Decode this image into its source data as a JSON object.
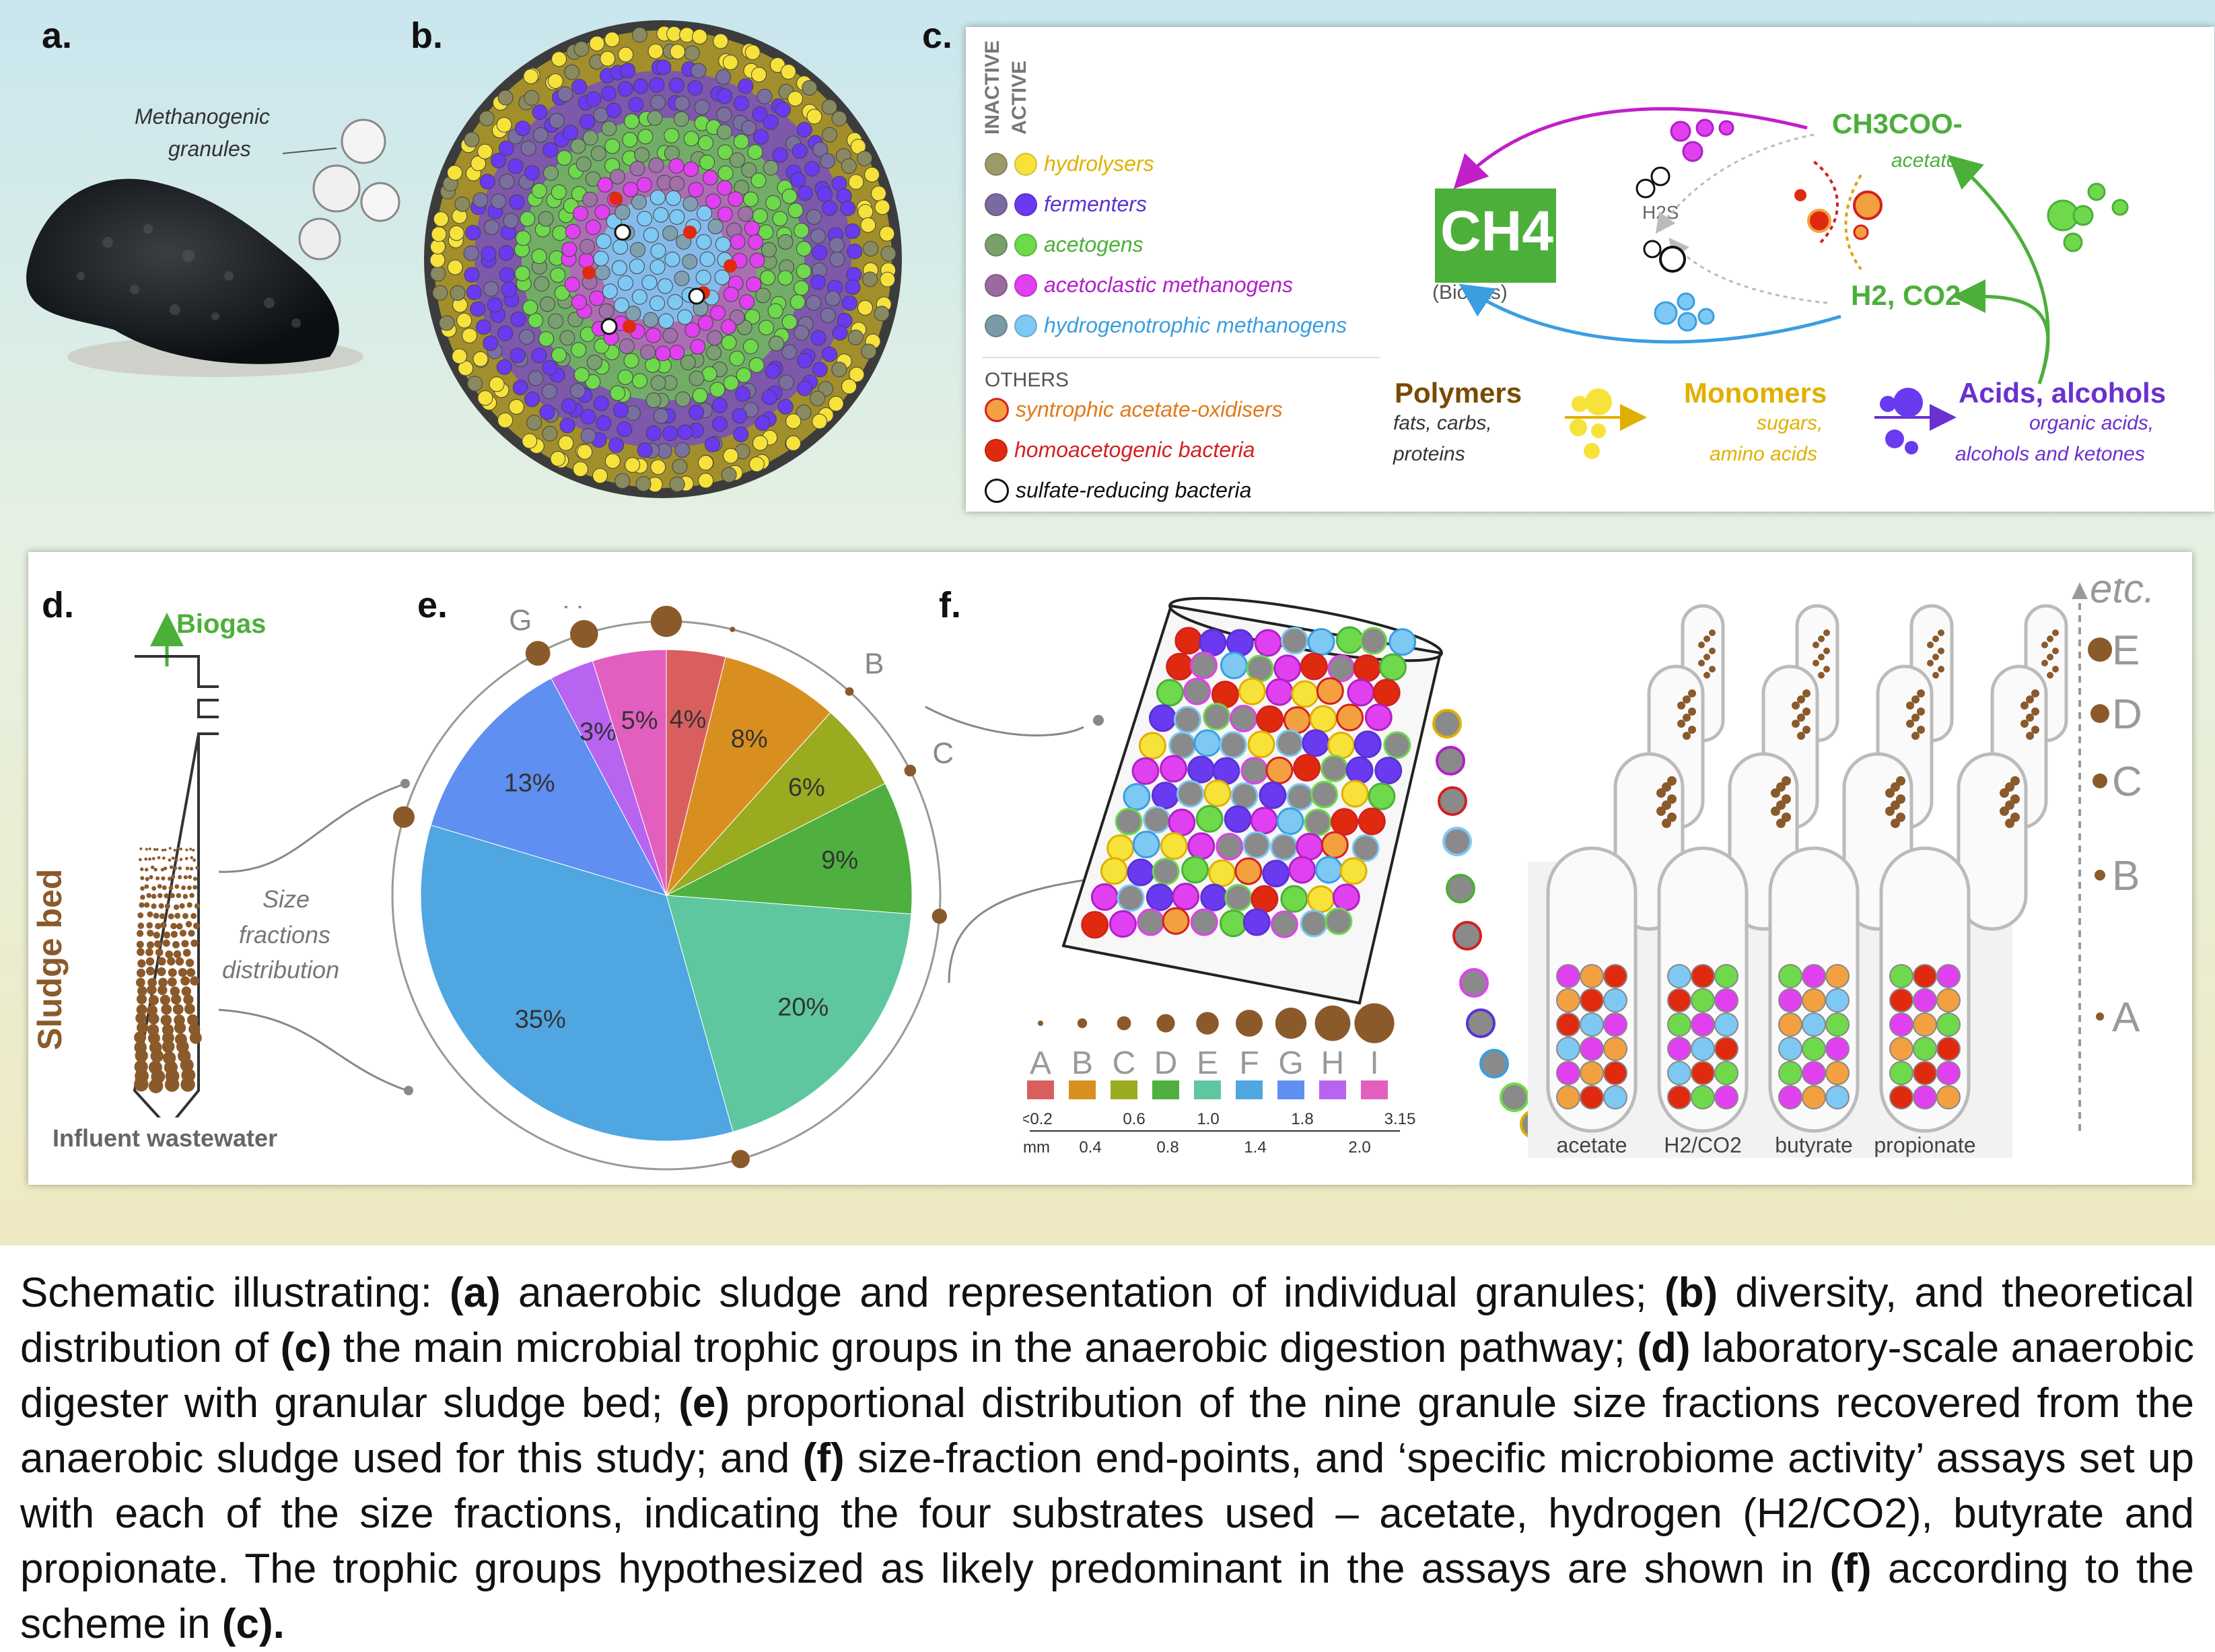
{
  "labels": {
    "a": "a.",
    "b": "b.",
    "c": "c.",
    "d": "d.",
    "e": "e.",
    "f": "f."
  },
  "panel_a": {
    "line1": "Methanogenic",
    "line2": "granules"
  },
  "panel_c": {
    "header_inactive": "INACTIVE",
    "header_active": "ACTIVE",
    "legend": [
      {
        "label": "hydrolysers",
        "color": "#f2c200",
        "dot": "#f7e23a"
      },
      {
        "label": "fermenters",
        "color": "#5a32d6",
        "dot": "#6a3af0"
      },
      {
        "label": "acetogens",
        "color": "#4caf3a",
        "dot": "#6ed94a"
      },
      {
        "label": "acetoclastic methanogens",
        "color": "#b020c8",
        "dot": "#e040f0"
      },
      {
        "label": "hydrogenotrophic methanogens",
        "color": "#3a9ee0",
        "dot": "#7ec8f4"
      }
    ],
    "others_title": "OTHERS",
    "others": [
      {
        "label": "syntrophic acetate-oxidisers",
        "color": "#e07a1a",
        "dot": "#f3a040"
      },
      {
        "label": "homoacetogenic bacteria",
        "color": "#d42020",
        "dot": "#e02a10"
      },
      {
        "label": "sulfate-reducing bacteria",
        "color": "#111111",
        "dot": "#ffffff"
      }
    ],
    "ch4": "CH4",
    "biogas": "(Biogas)",
    "h2s": "H2S",
    "acetate_formula": "CH3COO-",
    "acetate_word": "acetate",
    "h2co2": "H2, CO2",
    "polymers": "Polymers",
    "polymers_sub1": "fats, carbs,",
    "polymers_sub2": "proteins",
    "monomers": "Monomers",
    "monomers_sub1": "sugars,",
    "monomers_sub2": "amino acids",
    "acids": "Acids, alcohols",
    "acids_sub1": "organic acids,",
    "acids_sub2": "alcohols and ketones",
    "colors": {
      "green": "#4caf3a",
      "magenta": "#c020c8",
      "blue": "#3a9ee0",
      "gold": "#e0a010",
      "purple": "#6a30d0"
    }
  },
  "panel_d": {
    "biogas": "Biogas",
    "sludge_bed": "Sludge bed",
    "size_line1": "Size",
    "size_line2": "fractions",
    "size_line3": "distribution",
    "influent": "Influent wastewater"
  },
  "chart_data": {
    "type": "pie",
    "categories": [
      "A",
      "B",
      "C",
      "D",
      "E",
      "F",
      "G",
      "H",
      "I"
    ],
    "values": [
      4,
      8,
      6,
      9,
      20,
      35,
      13,
      3,
      5
    ],
    "value_labels": [
      "4%",
      "8%",
      "6%",
      "9%",
      "20%",
      "35%",
      "13%",
      "3%",
      "5%"
    ],
    "colors": [
      "#d95f5f",
      "#d98f1f",
      "#9aab1f",
      "#4faf3f",
      "#5fc79f",
      "#4fa6e0",
      "#5f8ff0",
      "#b765f0",
      "#e35fbf"
    ]
  },
  "panel_f": {
    "size_letters": [
      "A",
      "B",
      "C",
      "D",
      "E",
      "F",
      "G",
      "H",
      "I"
    ],
    "size_colors": [
      "#d95f5f",
      "#d98f1f",
      "#9aab1f",
      "#4faf3f",
      "#5fc79f",
      "#4fa6e0",
      "#5f8ff0",
      "#b765f0",
      "#e35fbf"
    ],
    "scale_top": [
      "<0.2",
      "0.6",
      "1.0",
      "1.8",
      "3.15"
    ],
    "scale_bottom": [
      "mm",
      "0.4",
      "0.8",
      "1.4",
      "2.0"
    ],
    "substrates": [
      "acetate",
      "H2/CO2",
      "butyrate",
      "propionate"
    ],
    "stack_letters": [
      "E",
      "D",
      "C",
      "B",
      "A"
    ],
    "etc": "etc."
  },
  "caption_parts": [
    {
      "t": "Schematic illustrating: ",
      "b": false
    },
    {
      "t": "(a)",
      "b": true
    },
    {
      "t": " anaerobic sludge and representation of individual granules; ",
      "b": false
    },
    {
      "t": "(b)",
      "b": true
    },
    {
      "t": " diversity, and theoretical distribution of ",
      "b": false
    },
    {
      "t": "(c)",
      "b": true
    },
    {
      "t": " the main microbial trophic groups in the anaerobic digestion pathway; ",
      "b": false
    },
    {
      "t": "(d)",
      "b": true
    },
    {
      "t": " laboratory-scale anaerobic digester with granular sludge bed; ",
      "b": false
    },
    {
      "t": "(e)",
      "b": true
    },
    {
      "t": " proportional distribution of the nine granule size fractions recovered from the anaerobic sludge used for this study; and ",
      "b": false
    },
    {
      "t": "(f)",
      "b": true
    },
    {
      "t": " size-fraction end-points, and ‘specific microbiome activity’ assays set up with each of the size fractions, indicating the four substrates used – acetate, hydrogen (H2/CO2), butyrate and propionate. The trophic groups hypothesized as likely predominant in the assays are shown in ",
      "b": false
    },
    {
      "t": "(f)",
      "b": true
    },
    {
      "t": " according to the scheme in ",
      "b": false
    },
    {
      "t": "(c).",
      "b": true
    }
  ]
}
